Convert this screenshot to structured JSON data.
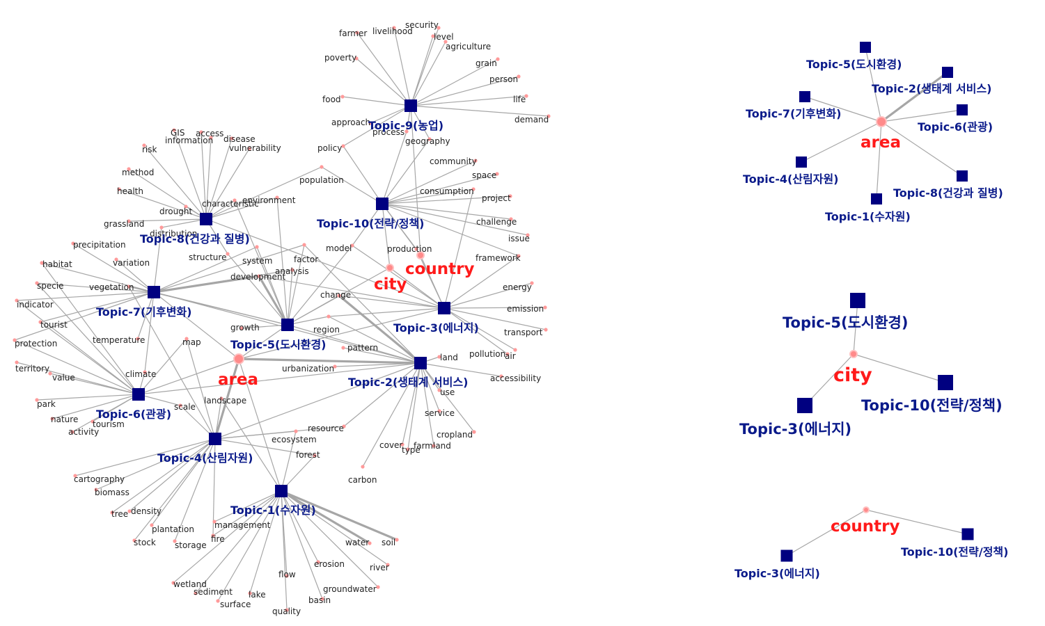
{
  "colors": {
    "topic": "#000080",
    "word": "#ff9a9a",
    "hub": "#ff8a8a",
    "hub_label": "#ff1a1a",
    "edge": "#a6a6a6"
  },
  "main_network": {
    "topics": [
      {
        "id": "t1",
        "label": "Topic-1(수자원)"
      },
      {
        "id": "t2",
        "label": "Topic-2(생태계 서비스)"
      },
      {
        "id": "t3",
        "label": "Topic-3(에너지)"
      },
      {
        "id": "t4",
        "label": "Topic-4(산림자원)"
      },
      {
        "id": "t5",
        "label": "Topic-5(도시환경)"
      },
      {
        "id": "t6",
        "label": "Topic-6(관광)"
      },
      {
        "id": "t7",
        "label": "Topic-7(기후변화)"
      },
      {
        "id": "t8",
        "label": "Topic-8(건강과 질병)"
      },
      {
        "id": "t9",
        "label": "Topic-9(농업)"
      },
      {
        "id": "t10",
        "label": "Topic-10(전략/정책)"
      }
    ],
    "hubs": [
      {
        "id": "area",
        "label": "area"
      },
      {
        "id": "city",
        "label": "city"
      },
      {
        "id": "country",
        "label": "country"
      }
    ],
    "words": [
      "security",
      "farmer",
      "livelihood",
      "level",
      "agriculture",
      "poverty",
      "grain",
      "person",
      "life",
      "food",
      "demand",
      "approach",
      "process",
      "geography",
      "policy",
      "community",
      "space",
      "population",
      "consumption",
      "project",
      "challenge",
      "issue",
      "production",
      "framework",
      "model",
      "factor",
      "analysis",
      "system",
      "structure",
      "development",
      "change",
      "energy",
      "emission",
      "transport",
      "region",
      "growth",
      "pattern",
      "pollution",
      "air",
      "land",
      "accessibility",
      "urbanization",
      "use",
      "service",
      "cropland",
      "cover",
      "type",
      "farmland",
      "resource",
      "ecosystem",
      "forest",
      "carbon",
      "landscape",
      "scale",
      "map",
      "climate",
      "temperature",
      "vegetation",
      "variation",
      "precipitation",
      "grassland",
      "distribution",
      "drought",
      "characteristic",
      "environment",
      "GIS",
      "access",
      "information",
      "disease",
      "vulnerability",
      "risk",
      "method",
      "health",
      "habitat",
      "specie",
      "indicator",
      "tourist",
      "protection",
      "territory",
      "value",
      "park",
      "nature",
      "tourism",
      "activity",
      "cartography",
      "biomass",
      "tree",
      "density",
      "plantation",
      "stock",
      "storage",
      "fire",
      "management",
      "water",
      "soil",
      "river",
      "erosion",
      "flow",
      "groundwater",
      "basin",
      "wetland",
      "sediment",
      "surface",
      "lake",
      "quality"
    ]
  },
  "panel_area": {
    "hub": "area",
    "topics": [
      "Topic-5(도시환경)",
      "Topic-2(생태계 서비스)",
      "Topic-7(기후변화)",
      "Topic-6(관광)",
      "Topic-4(산림자원)",
      "Topic-8(건강과 질병)",
      "Topic-1(수자원)"
    ]
  },
  "panel_city": {
    "hub": "city",
    "topics": [
      "Topic-5(도시환경)",
      "Topic-10(전략/정책)",
      "Topic-3(에너지)"
    ]
  },
  "panel_country": {
    "hub": "country",
    "topics": [
      "Topic-3(에너지)",
      "Topic-10(전략/정책)"
    ]
  }
}
